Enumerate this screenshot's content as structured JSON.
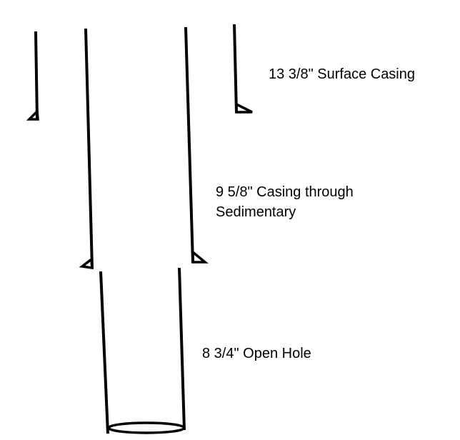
{
  "labels": {
    "surface_casing": "13 3/8\" Surface Casing",
    "intermediate_casing_line1": "9 5/8\" Casing through",
    "intermediate_casing_line2": "Sedimentary",
    "open_hole": "8 3/4\" Open Hole"
  },
  "colors": {
    "stroke": "#000000",
    "background": "#ffffff"
  }
}
